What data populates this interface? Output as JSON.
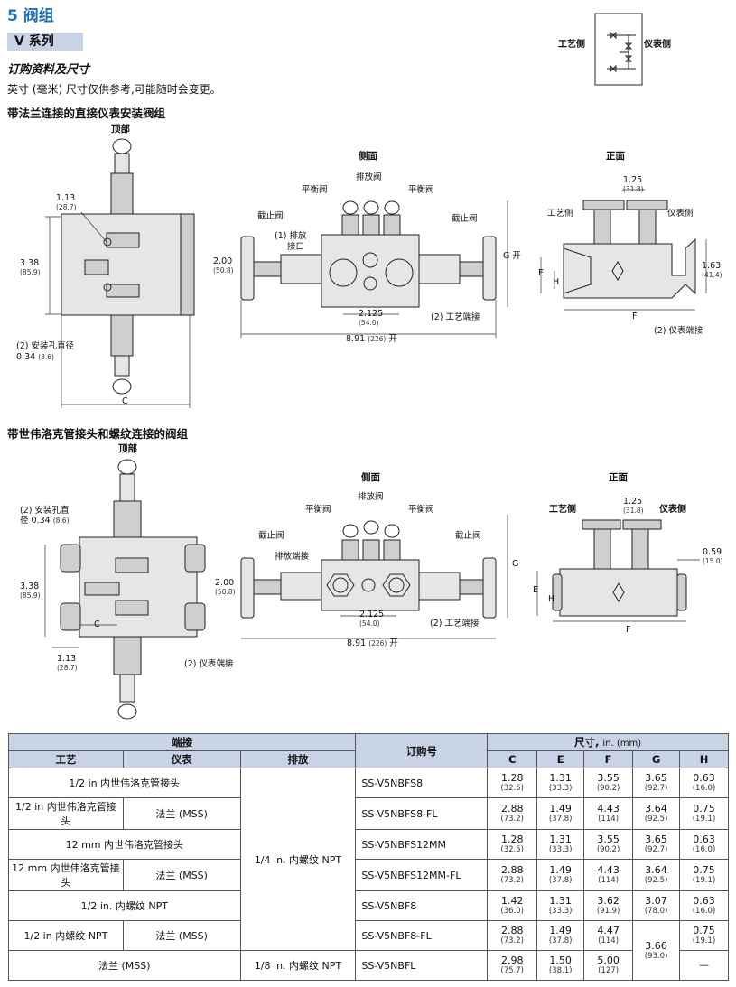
{
  "section_title": "5 阀组",
  "series": "V 系列",
  "order_title": "订购资料及尺寸",
  "note": "英寸 (毫米) 尺寸仅供参考,可能随时会变更。",
  "schematic": {
    "left": "工艺侧",
    "right": "仪表侧"
  },
  "section1": {
    "title": "带法兰连接的直接仪表安装阀组",
    "views": {
      "top": "顶部",
      "side": "侧面",
      "front": "正面"
    },
    "labels": {
      "dim_113": "1.13",
      "dim_113_mm": "(28.7)",
      "dim_338": "3.38",
      "dim_338_mm": "(85.9)",
      "mount_hole_a": "(2) 安装孔直径",
      "mount_hole_b": "0.34",
      "mount_hole_mm": "(8.6)",
      "c": "C",
      "balance_left": "平衡阀",
      "balance_right": "平衡阀",
      "vent": "排放阀",
      "stop_left": "截止阀",
      "stop_right": "截止阀",
      "vent_port_a": "(1) 排放",
      "vent_port_b": "接口",
      "dim_200": "2.00",
      "dim_200_mm": "(50.8)",
      "g": "G 开",
      "dim_2125": "2.125",
      "dim_2125_mm": "(54.0)",
      "process_port": "(2) 工艺端接",
      "dim_891": "8.91",
      "dim_891_mm": "(226)",
      "open": "开",
      "dim_125": "1.25",
      "dim_125_mm": "(31.8)",
      "process_side": "工艺侧",
      "instrument_side": "仪表侧",
      "e": "E",
      "h": "H",
      "f": "F",
      "dim_163": "1.63",
      "dim_163_mm": "(41.4)",
      "instrument_port": "(2) 仪表端接"
    }
  },
  "section2": {
    "title": "带世伟洛克管接头和螺纹连接的阀组",
    "views": {
      "top": "顶部",
      "side": "侧面",
      "front": "正面"
    },
    "labels": {
      "mount_hole_a": "(2) 安装孔直",
      "mount_hole_b": "径 0.34",
      "mount_hole_mm": "(8.6)",
      "dim_338": "3.38",
      "dim_338_mm": "(85.9)",
      "c": "C",
      "dim_113": "1.13",
      "dim_113_mm": "(28.7)",
      "instrument_port": "(2) 仪表端接",
      "balance_left": "平衡阀",
      "balance_right": "平衡阀",
      "vent": "排放阀",
      "stop_left": "截止阀",
      "stop_right": "截止阀",
      "vent_port": "排放端接",
      "dim_200": "2.00",
      "dim_200_mm": "(50.8)",
      "g": "G",
      "dim_2125": "2.125",
      "dim_2125_mm": "(54.0)",
      "process_port": "(2) 工艺端接",
      "dim_891": "8.91",
      "dim_891_mm": "(226)",
      "open": "开",
      "process_side": "工艺侧",
      "instrument_side": "仪表侧",
      "dim_125": "1.25",
      "dim_125_mm": "(31.8)",
      "dim_059": "0.59",
      "dim_059_mm": "(15.0)",
      "e": "E",
      "h": "H",
      "f": "F"
    }
  },
  "table": {
    "h_ends": "端接",
    "h_process": "工艺",
    "h_instrument": "仪表",
    "h_vent": "排放",
    "h_order": "订购号",
    "h_dims": "尺寸,",
    "h_dims_unit": "in. (mm)",
    "cols": [
      "C",
      "E",
      "F",
      "G",
      "H"
    ],
    "vent_shared": "1/4 in. 内螺纹 NPT",
    "rows": [
      {
        "process": "1/2 in 内世伟洛克管接头",
        "instrument": "",
        "vent": "",
        "order": "SS-V5NBFS8",
        "C": "1.28",
        "C_mm": "(32.5)",
        "E": "1.31",
        "E_mm": "(33.3)",
        "F": "3.55",
        "F_mm": "(90.2)",
        "G": "3.65",
        "G_mm": "(92.7)",
        "H": "0.63",
        "H_mm": "(16.0)"
      },
      {
        "process": "1/2 in 内世伟洛克管接头",
        "instrument": "法兰 (MSS)",
        "vent": "",
        "order": "SS-V5NBFS8-FL",
        "C": "2.88",
        "C_mm": "(73.2)",
        "E": "1.49",
        "E_mm": "(37.8)",
        "F": "4.43",
        "F_mm": "(114)",
        "G": "3.64",
        "G_mm": "(92.5)",
        "H": "0.75",
        "H_mm": "(19.1)"
      },
      {
        "process": "12 mm 内世伟洛克管接头",
        "instrument": "",
        "vent": "",
        "order": "SS-V5NBFS12MM",
        "C": "1.28",
        "C_mm": "(32.5)",
        "E": "1.31",
        "E_mm": "(33.3)",
        "F": "3.55",
        "F_mm": "(90.2)",
        "G": "3.65",
        "G_mm": "(92.7)",
        "H": "0.63",
        "H_mm": "(16.0)"
      },
      {
        "process": "12 mm 内世伟洛克管接头",
        "instrument": "法兰 (MSS)",
        "vent": "",
        "order": "SS-V5NBFS12MM-FL",
        "C": "2.88",
        "C_mm": "(73.2)",
        "E": "1.49",
        "E_mm": "(37.8)",
        "F": "4.43",
        "F_mm": "(114)",
        "G": "3.64",
        "G_mm": "(92.5)",
        "H": "0.75",
        "H_mm": "(19.1)"
      },
      {
        "process": "1/2 in. 内螺纹 NPT",
        "instrument": "",
        "vent": "",
        "order": "SS-V5NBF8",
        "C": "1.42",
        "C_mm": "(36.0)",
        "E": "1.31",
        "E_mm": "(33.3)",
        "F": "3.62",
        "F_mm": "(91.9)",
        "G": "3.07",
        "G_mm": "(78.0)",
        "H": "0.63",
        "H_mm": "(16.0)"
      },
      {
        "process": "1/2 in 内螺纹 NPT",
        "instrument": "法兰 (MSS)",
        "vent": "",
        "order": "SS-V5NBF8-FL",
        "C": "2.88",
        "C_mm": "(73.2)",
        "E": "1.49",
        "E_mm": "(37.8)",
        "F": "4.47",
        "F_mm": "(114)",
        "G": "3.66",
        "G_mm": "(93.0)",
        "H": "0.75",
        "H_mm": "(19.1)"
      },
      {
        "process": "法兰 (MSS)",
        "instrument": "",
        "vent": "1/8 in. 内螺纹 NPT",
        "order": "SS-V5NBFL",
        "C": "2.98",
        "C_mm": "(75.7)",
        "E": "1.50",
        "E_mm": "(38.1)",
        "F": "5.00",
        "F_mm": "(127)",
        "G": "",
        "G_mm": "",
        "H": "—",
        "H_mm": ""
      }
    ]
  }
}
